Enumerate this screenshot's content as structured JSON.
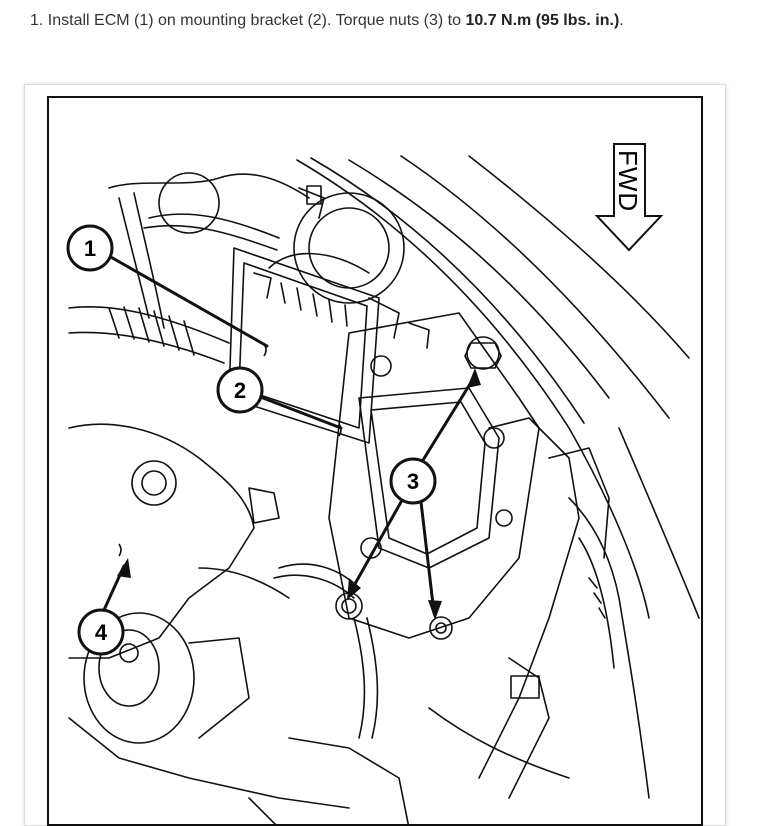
{
  "instruction": {
    "prefix": "1. Install ECM (1) on mounting bracket (2). Torque nuts (3) to ",
    "torque": "10.7 N.m (95 lbs. in.)",
    "suffix": "."
  },
  "figure": {
    "fwd_label": "FWD",
    "callouts": [
      "1",
      "2",
      "3",
      "4"
    ]
  }
}
